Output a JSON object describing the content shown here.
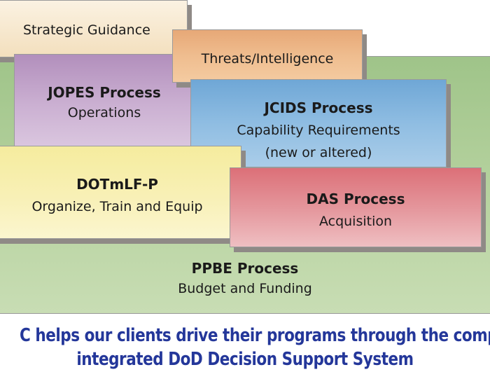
{
  "boxes": {
    "strategic": {
      "title": "Strategic Guidance"
    },
    "threats": {
      "title": "Threats/Intelligence"
    },
    "jopes": {
      "title": "JOPES Process",
      "subtitle": "Operations"
    },
    "jcids": {
      "title": "JCIDS Process",
      "subtitle": "Capability Requirements",
      "subtitle2": "(new or altered)"
    },
    "dotmlf": {
      "title": "DOTmLF-P",
      "subtitle": "Organize, Train and Equip"
    },
    "das": {
      "title": "DAS Process",
      "subtitle": "Acquisition"
    },
    "ppbe": {
      "title": "PPBE Process",
      "subtitle": "Budget and Funding"
    }
  },
  "caption": {
    "line1": "C helps our clients drive their programs through the comple",
    "line2": "integrated DoD Decision Support System"
  },
  "colors": {
    "ppbe": "#b9d4a2",
    "strategic": "#f3dfbd",
    "jopes": "#cbb0d2",
    "threats": "#efbd8f",
    "jcids": "#8fbde2",
    "dotmlf": "#f8f0b6",
    "das": "#e4959b",
    "caption": "#24379a"
  }
}
